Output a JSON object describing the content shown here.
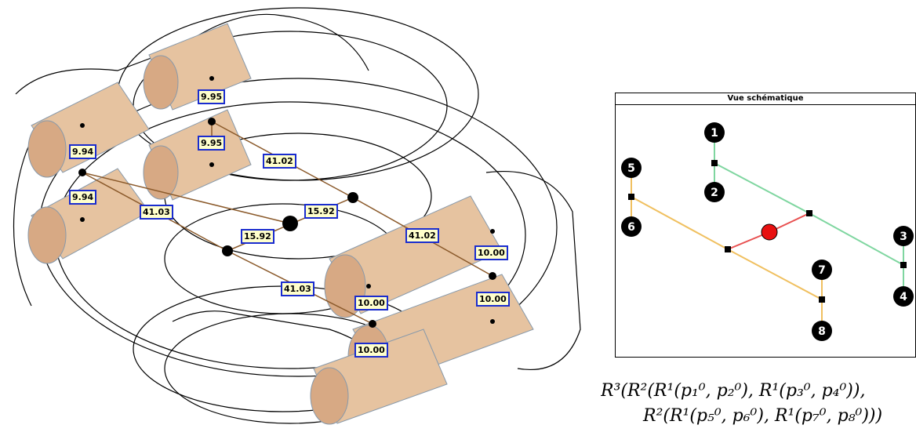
{
  "scene": {
    "labels": [
      "9.95",
      "9.95",
      "9.94",
      "9.94",
      "41.02",
      "41.03",
      "15.92",
      "15.92",
      "41.02",
      "10.00",
      "41.03",
      "10.00",
      "10.00",
      "10.00"
    ]
  },
  "schematic": {
    "title": "Vue schématique",
    "nodes": [
      "1",
      "2",
      "3",
      "4",
      "5",
      "6",
      "7",
      "8"
    ],
    "colors": {
      "green": "#7fd6a0",
      "yellow": "#f0c060",
      "red": "#e85050",
      "center": "#e81010"
    }
  },
  "formula": {
    "line1": "R³(R²(R¹(p₁⁰, p₂⁰), R¹(p₃⁰, p₄⁰)),",
    "line2": "R²(R¹(p₅⁰, p₆⁰), R¹(p₇⁰, p₈⁰)))"
  }
}
